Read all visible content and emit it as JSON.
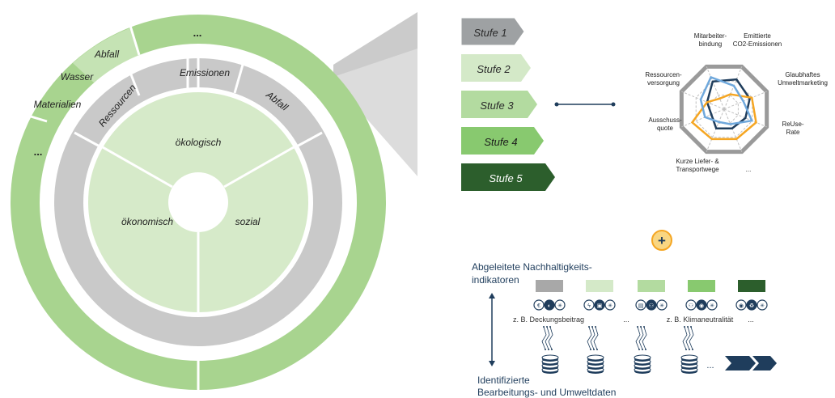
{
  "wheel": {
    "center_labels": [
      "ökologisch",
      "ökonomisch",
      "sozial"
    ],
    "middle_labels": [
      "Emissionen",
      "Ressourcen",
      "Abfall"
    ],
    "outer_labels": [
      "Abfall",
      "Wasser",
      "Materialien",
      "...",
      "..."
    ]
  },
  "stages": [
    {
      "label": "Stufe 1",
      "color": "#9ea1a3",
      "text_color": "#2b2b2b"
    },
    {
      "label": "Stufe 2",
      "color": "#d4e9c8",
      "text_color": "#2b2b2b"
    },
    {
      "label": "Stufe 3",
      "color": "#b3dba0",
      "text_color": "#2b2b2b"
    },
    {
      "label": "Stufe 4",
      "color": "#88c96f",
      "text_color": "#1c1c1c"
    },
    {
      "label": "Stufe 5",
      "color": "#2c5e2c",
      "text_color": "#ffffff"
    }
  ],
  "radar": {
    "axes": [
      "Mitarbeiter-\nbindung",
      "Emittierte\nCO2-Emissionen",
      "Glaubhaftes\nUmweltmarketing",
      "ReUse-\nRate",
      "...",
      "Kurze Liefer- &\nTransportwege",
      "Ausschuss-\nquote",
      "Ressourcen-\nversorgung"
    ],
    "series": [
      {
        "color": "#1f3d5c",
        "values": [
          0.7,
          0.6,
          0.5,
          0.45,
          0.45,
          0.3,
          0.4,
          0.65
        ]
      },
      {
        "color": "#f5a623",
        "values": [
          0.35,
          0.65,
          0.75,
          0.7,
          0.7,
          0.75,
          0.4,
          0.25
        ]
      },
      {
        "color": "#6fa8dc",
        "values": [
          0.55,
          0.45,
          0.65,
          0.35,
          0.3,
          0.45,
          0.55,
          0.75
        ]
      }
    ]
  },
  "plus_symbol": "+",
  "indicators": {
    "title_line1": "Abgeleitete Nachhaltigkeits-",
    "title_line2": "indikatoren",
    "bottom_line1": "Identifizierte",
    "bottom_line2": "Bearbeitungs- und Umweltdaten",
    "swatch_colors": [
      "#a8a8a8",
      "#d4e9c8",
      "#b3dba0",
      "#88c96f",
      "#2c5e2c"
    ],
    "examples": [
      "z. B. Deckungsbeitrag",
      "...",
      "z. B. Klimaneutralität",
      "..."
    ],
    "db_ellipsis": "..."
  }
}
